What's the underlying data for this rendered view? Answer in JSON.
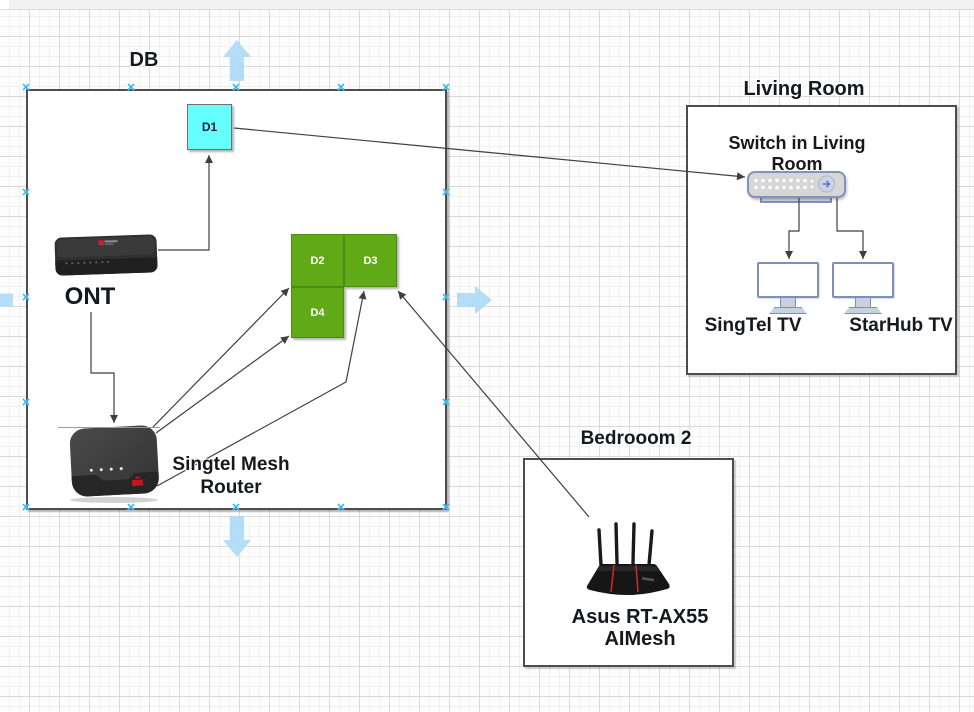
{
  "db_group": {
    "title": "DB",
    "node_d1": "D1",
    "node_d2": "D2",
    "node_d3": "D3",
    "node_d4": "D4",
    "ont_label": "ONT",
    "router_label": "Singtel Mesh Router"
  },
  "living_room": {
    "title": "Living Room",
    "switch_label": "Switch in Living Room",
    "tv_left_label": "SingTel TV",
    "tv_right_label": "StarHub TV"
  },
  "bedroom_2": {
    "title": "Bedrooom 2",
    "device_label": "Asus RT-AX55 AIMesh"
  },
  "icons": {
    "connection_point_glyph": "✕"
  },
  "colors": {
    "node_d1_fill": "#66ffff",
    "node_green_fill": "#60a917",
    "connection_point_blue": "#29b6f2",
    "hover_arrow_blue": "#aedbf7",
    "edge_color": "#3f3f3f",
    "switch_border_blue": "#8292bd",
    "box_border": "#4d4d4d"
  },
  "connections": [
    {
      "from": "ONT",
      "to": "D1"
    },
    {
      "from": "ONT",
      "to": "Singtel Mesh Router"
    },
    {
      "from": "D1",
      "to": "Switch in Living Room"
    },
    {
      "from": "Singtel Mesh Router",
      "to": "D2"
    },
    {
      "from": "Singtel Mesh Router",
      "to": "D4"
    },
    {
      "from": "Singtel Mesh Router",
      "to": "D3"
    },
    {
      "from": "Asus RT-AX55 AIMesh",
      "to": "D3"
    },
    {
      "from": "Switch in Living Room",
      "to": "SingTel TV"
    },
    {
      "from": "Switch in Living Room",
      "to": "StarHub TV"
    }
  ]
}
